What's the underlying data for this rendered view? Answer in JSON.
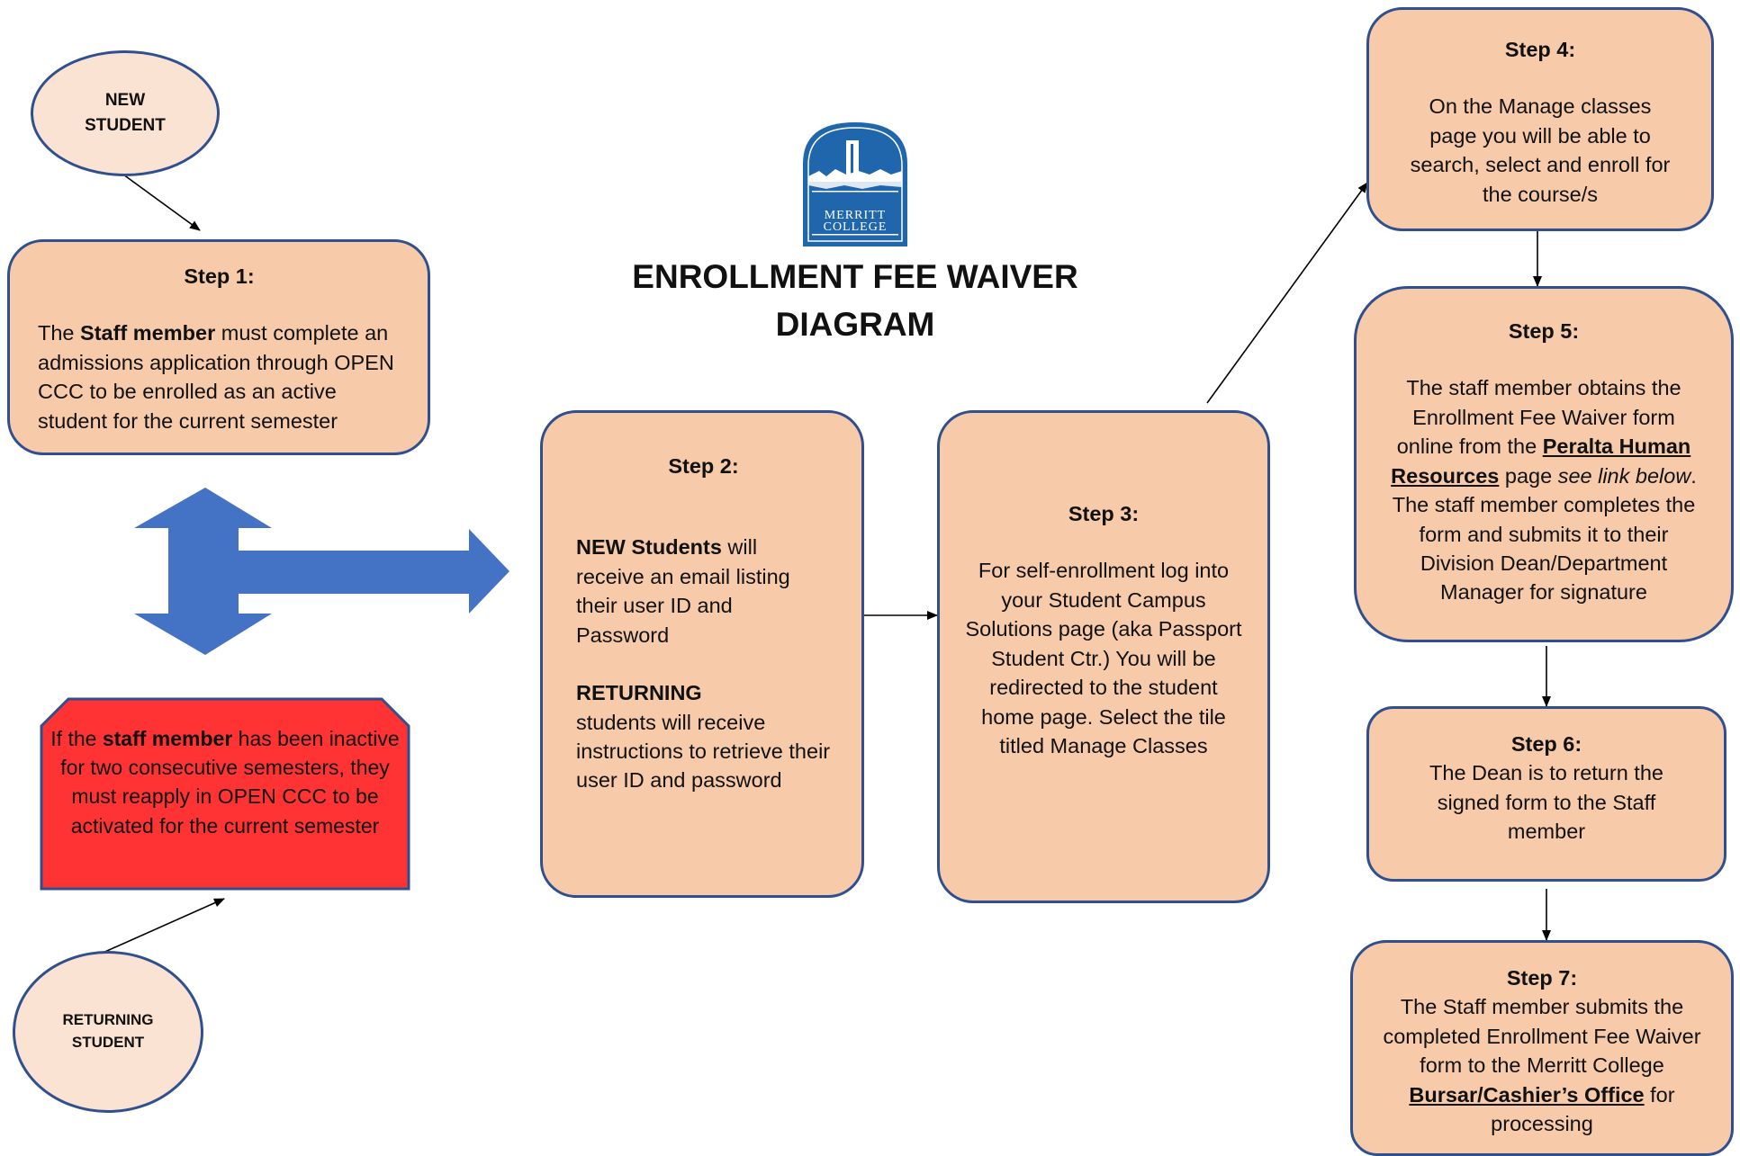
{
  "title": {
    "line1": "ENROLLMENT FEE WAIVER",
    "line2": "DIAGRAM"
  },
  "logo": {
    "line1": "MERRITT",
    "line2": "COLLEGE"
  },
  "new_student": {
    "line1": "NEW",
    "line2": "STUDENT"
  },
  "returning_student": {
    "line1": "RETURNING",
    "line2": "STUDENT"
  },
  "step1": {
    "heading": "Step 1:",
    "pre": "The ",
    "bold": "Staff member",
    "post": " must complete an admissions application through OPEN CCC to be enrolled as an active student for the current  semester"
  },
  "warning": {
    "pre": "If the ",
    "bold": "staff member",
    "post": " has been inactive for two consecutive semesters, they must reapply in OPEN CCC to be activated for the current semester"
  },
  "step2": {
    "heading": "Step 2:",
    "new_bold": "NEW Students",
    "new_text": " will receive an email listing their user ID and Password",
    "ret_bold": "RETURNING",
    "ret_text": "students will receive instructions to retrieve their user ID and password"
  },
  "step3": {
    "heading": "Step 3:",
    "text": "For self-enrollment log into your Student Campus Solutions page (aka Passport Student Ctr.) You will be redirected to the student home page. Select the tile titled Manage Classes"
  },
  "step4": {
    "heading": "Step 4:",
    "text": "On the Manage classes page you will be able to search, select and enroll for the course/s"
  },
  "step5": {
    "heading": "Step 5:",
    "pre": "The staff member obtains the Enrollment Fee Waiver form online from the ",
    "link": "Peralta Human Resources",
    "mid": " page ",
    "italic": "see link below",
    "post": ". The staff member completes the form and submits it to their Division Dean/Department Manager for signature"
  },
  "step6": {
    "heading": "Step 6:",
    "text": "The Dean is to return the signed form to the Staff member"
  },
  "step7": {
    "heading": "Step 7:",
    "pre": "The Staff member submits the completed Enrollment Fee Waiver form to the Merritt College ",
    "link": "Bursar/Cashier’s Office",
    "post": " for processing"
  },
  "colors": {
    "box_fill": "#f7cbaa",
    "oval_fill": "#fbe3d4",
    "border": "#2f4f8f",
    "big_arrow": "#4472c4",
    "warning_fill": "#ff3333",
    "logo_blue": "#1f66ad"
  }
}
